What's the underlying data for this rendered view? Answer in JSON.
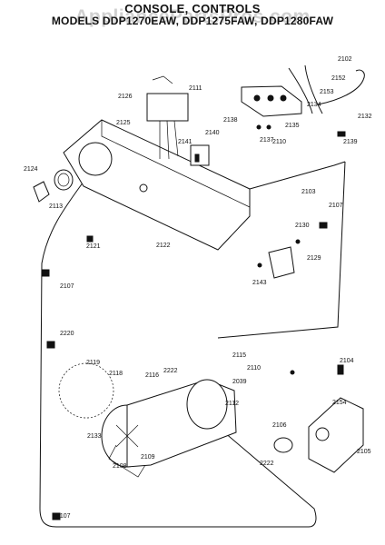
{
  "header": {
    "title": "CONSOLE, CONTROLS",
    "models": "MODELS DDP1270EAW, DDP1275FAW, DDP1280FAW",
    "watermark": "AppliancePartsPros.com"
  },
  "diagram": {
    "part_labels": [
      "2102",
      "2152",
      "2153",
      "2132",
      "2134",
      "2111",
      "2126",
      "2138",
      "2135",
      "2137",
      "2139",
      "2110",
      "2140",
      "2125",
      "2141",
      "2124",
      "2113",
      "2103",
      "2107",
      "2130",
      "2121",
      "2122",
      "2129",
      "2143",
      "2107",
      "2220",
      "2115",
      "2110",
      "2119",
      "2118",
      "2222",
      "2116",
      "2039",
      "2104",
      "2112",
      "2154",
      "2106",
      "2133",
      "2109",
      "2108",
      "2105",
      "2222",
      "2107"
    ]
  }
}
